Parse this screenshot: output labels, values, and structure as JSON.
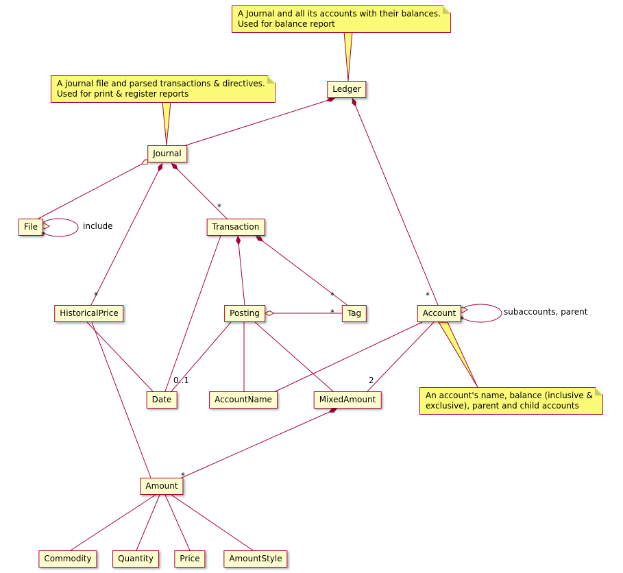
{
  "classes": {
    "ledger": "Ledger",
    "journal": "Journal",
    "file": "File",
    "transaction": "Transaction",
    "historical_price": "HistoricalPrice",
    "posting": "Posting",
    "tag": "Tag",
    "account": "Account",
    "date": "Date",
    "account_name": "AccountName",
    "mixed_amount": "MixedAmount",
    "amount": "Amount",
    "commodity": "Commodity",
    "quantity": "Quantity",
    "price": "Price",
    "amount_style": "AmountStyle"
  },
  "notes": {
    "ledger": "A Journal and all its accounts with their balances.\nUsed for balance report",
    "journal": "A journal file and parsed transactions & directives.\nUsed for print & register reports",
    "account": "An account's name, balance (inclusive &\nexclusive), parent and child accounts"
  },
  "edge_labels": {
    "include": "include",
    "subaccounts": "subaccounts, parent",
    "many": "*",
    "zero_or_one": "0..1",
    "two": "2"
  },
  "colors": {
    "node_fill": "#FEFECE",
    "note_fill": "#FBFB77",
    "border": "#A80036",
    "line": "#A80036"
  }
}
